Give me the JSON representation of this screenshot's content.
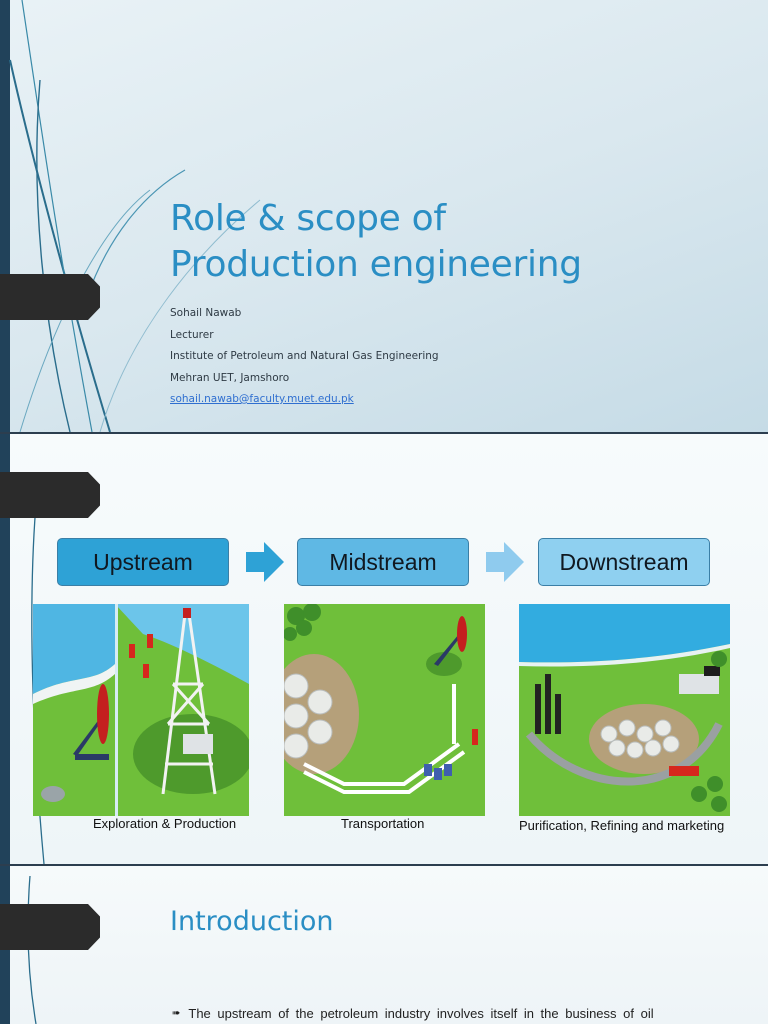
{
  "slide1": {
    "title_line1": "Role & scope of",
    "title_line2": "Production engineering",
    "author": "Sohail Nawab",
    "role": "Lecturer",
    "institute": "Institute of Petroleum and Natural Gas Engineering",
    "university": "Mehran UET, Jamshoro",
    "email": "sohail.nawab@faculty.muet.edu.pk"
  },
  "slide2": {
    "stages": [
      {
        "label": "Upstream",
        "caption": "Exploration & Production"
      },
      {
        "label": "Midstream",
        "caption": "Transportation"
      },
      {
        "label": "Downstream",
        "caption": "Purification, Refining and marketing"
      }
    ],
    "colors": {
      "upstream": "#2ea2d6",
      "midstream": "#5fb8e4",
      "downstream": "#8fd0f0",
      "arrow1": "#2ea2d6",
      "arrow2": "#8fcbee"
    }
  },
  "slide3": {
    "heading": "Introduction",
    "bullet_text": "The upstream of the petroleum industry involves itself in the business of oil"
  }
}
